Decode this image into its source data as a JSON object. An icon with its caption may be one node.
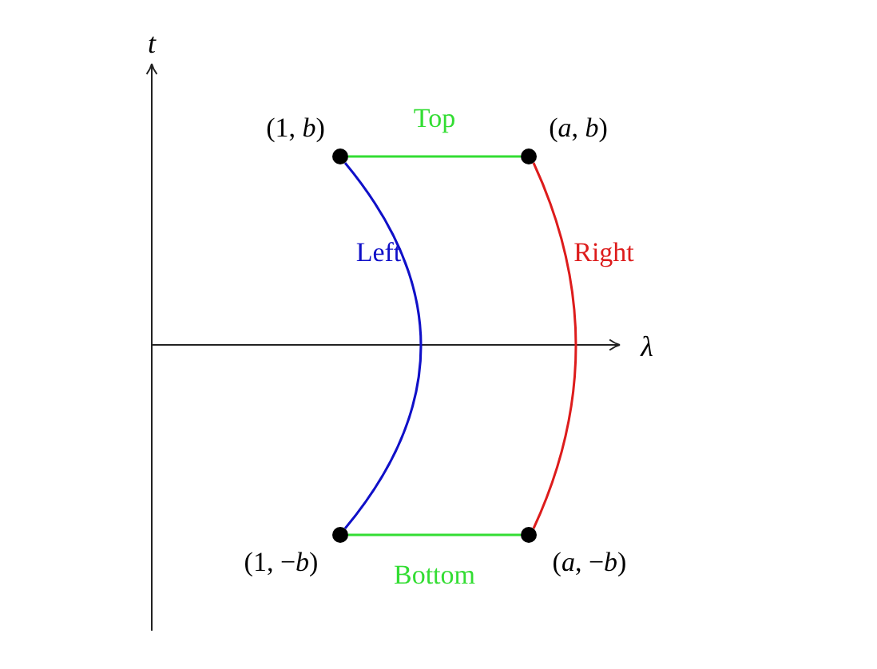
{
  "diagram": {
    "nodes": [
      {
        "text": [],
        "shape": "circle",
        "beside": [
          "(1, *b*)"
        ]
      },
      {
        "text": [],
        "shape": "circle",
        "beside": [
          "(*a*, *b*)"
        ]
      },
      {
        "text": [],
        "shape": "circle",
        "beside": [
          "(1, −*b*)"
        ]
      },
      {
        "text": [],
        "shape": "circle",
        "beside": [
          "(*a*, −*b*)"
        ]
      }
    ],
    "edges": [
      {
        "from": 0,
        "to": 1,
        "arrow": "none",
        "label": "Top"
      },
      {
        "from": 1,
        "to": 3,
        "arrow": "none",
        "label": "Right",
        "color": "#dd1c1c"
      },
      {
        "from": 2,
        "to": 3,
        "arrow": "none",
        "label": "Bottom"
      },
      {
        "from": 0,
        "to": 2,
        "arrow": "none",
        "label": "Left",
        "color": "#1010c8"
      }
    ],
    "labels": [
      "*t*",
      "*λ*"
    ]
  }
}
